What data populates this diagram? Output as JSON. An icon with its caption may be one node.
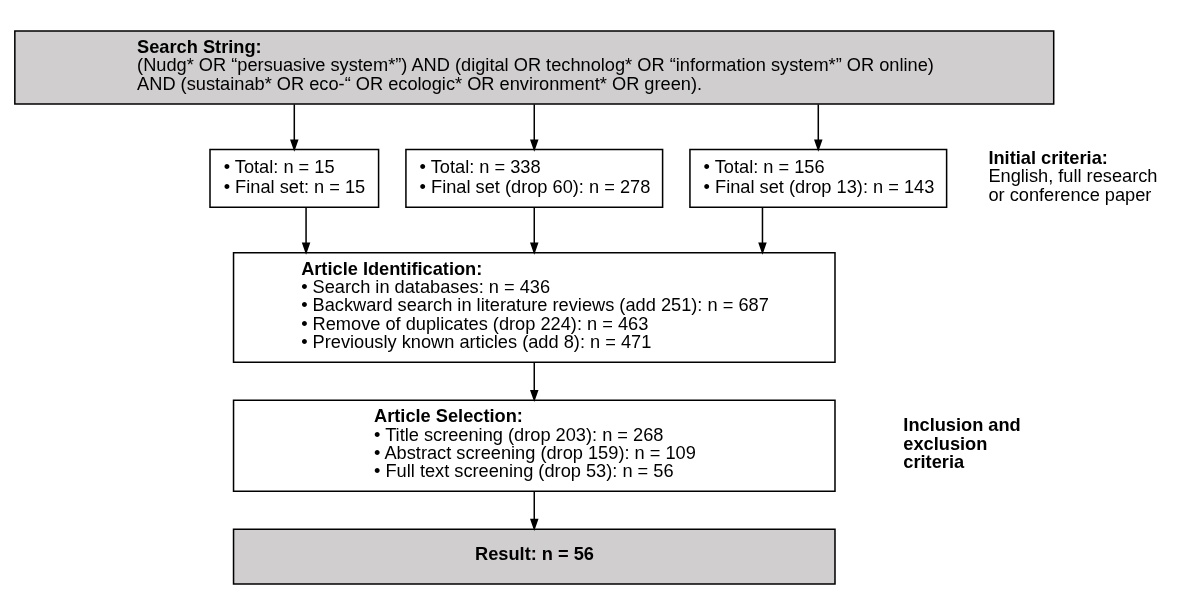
{
  "diagram": {
    "nodes": [
      {
        "text": [
          "Search String:",
          "(Nudg* OR “persuasive system*”) AND (digital OR technolog* OR “information system*” OR online) AND (sustainab* OR eco-“ OR ecologic* OR environment* OR green)."
        ]
      },
      {
        "text": [
          "• Total: n = 15",
          "• Final set: n = 15"
        ]
      },
      {
        "text": [
          "• Total: n = 338",
          "• Final set (drop 60): n = 278"
        ]
      },
      {
        "text": [
          "• Total: n = 156",
          "• Final set (drop 13): n = 143"
        ]
      },
      {
        "text": [
          "Article Identification:",
          "• Search in databases: n = 436",
          "• Backward search in literature reviews (add 251): n = 687",
          "• Remove of duplicates (drop 224): n = 463",
          "• Previously known articles (add 8): n = 471"
        ]
      },
      {
        "text": [
          "Article Selection:",
          "• Title screening (drop 203): n = 268",
          "• Abstract screening (drop 159): n = 109",
          "• Full text screening (drop 53): n = 56"
        ]
      },
      {
        "text": [
          "Result: n = 56"
        ]
      }
    ],
    "edges": [
      {
        "from": 0,
        "to": 1,
        "arrow": "to"
      },
      {
        "from": 0,
        "to": 2,
        "arrow": "to"
      },
      {
        "from": 0,
        "to": 3,
        "arrow": "to"
      },
      {
        "from": 1,
        "to": 4,
        "arrow": "to"
      },
      {
        "from": 2,
        "to": 4,
        "arrow": "to"
      },
      {
        "from": 3,
        "to": 4,
        "arrow": "to"
      },
      {
        "from": 4,
        "to": 5,
        "arrow": "to"
      },
      {
        "from": 5,
        "to": 6,
        "arrow": "to"
      }
    ],
    "labels": [
      "Initial criteria:",
      "English, full research or conference paper",
      "Inclusion and exclusion criteria"
    ]
  }
}
